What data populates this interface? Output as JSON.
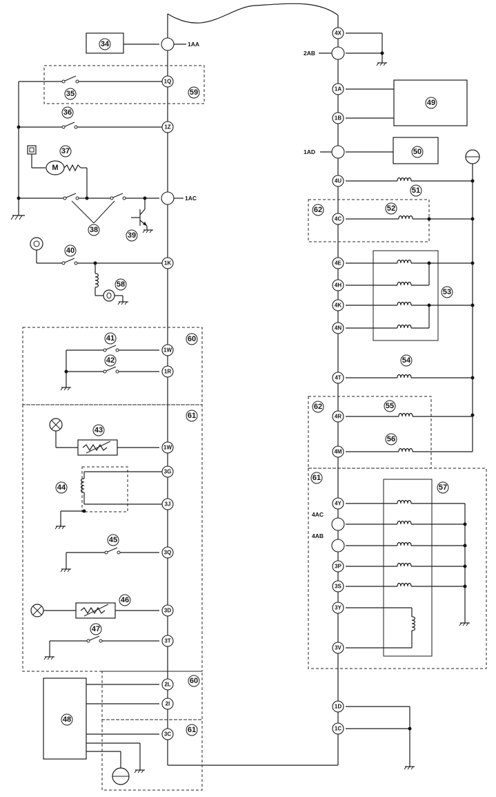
{
  "diagram": {
    "left_pins": {
      "p1AA": "1AA",
      "p1Q": "1Q",
      "p1Z": "1Z",
      "p1AC": "1AC",
      "p1K": "1K",
      "p1W_a": "1W",
      "p1R": "1R",
      "p1W_b": "1W",
      "p3G": "3G",
      "p3J": "3J",
      "p3Q": "3Q",
      "p3D": "3D",
      "p3T": "3T",
      "p2L": "2L",
      "p2I": "2I",
      "p3C": "3C"
    },
    "right_pins": {
      "p4X": "4X",
      "p2AB": "2AB",
      "p1A": "1A",
      "p1B": "1B",
      "p1AD": "1AD",
      "p4U": "4U",
      "p4C": "4C",
      "p4E": "4E",
      "p4H": "4H",
      "p4K": "4K",
      "p4N": "4N",
      "p4T": "4T",
      "p4R": "4R",
      "p4M": "4M",
      "p4Y": "4Y",
      "p4AC": "4AC",
      "p4AB": "4AB",
      "p3P": "3P",
      "p3S": "3S",
      "p3Y": "3Y",
      "p3V": "3V",
      "p1D": "1D",
      "p1C": "1C"
    },
    "callouts": {
      "c34": "34",
      "c35": "35",
      "c36": "36",
      "c37": "37",
      "c38": "38",
      "c39": "39",
      "c40": "40",
      "c41": "41",
      "c42": "42",
      "c43": "43",
      "c44": "44",
      "c45": "45",
      "c46": "46",
      "c47": "47",
      "c48": "48",
      "c49": "49",
      "c50": "50",
      "c51": "51",
      "c52": "52",
      "c53": "53",
      "c54": "54",
      "c55": "55",
      "c56": "56",
      "c57": "57",
      "c58": "58",
      "c59": "59",
      "c60a": "60",
      "c60b": "60",
      "c61a": "61",
      "c61b": "61",
      "c61c": "61",
      "c62a": "62",
      "c62b": "62"
    },
    "motor_letter": "M"
  },
  "colors": {
    "line": "#1a1a1a",
    "background": "#ffffff"
  },
  "icons": [
    "ground-icon",
    "switch-icon",
    "coil-icon",
    "resistor-icon",
    "motor-icon",
    "transistor-icon",
    "lamp-icon",
    "antenna-icon",
    "meter-icon"
  ]
}
